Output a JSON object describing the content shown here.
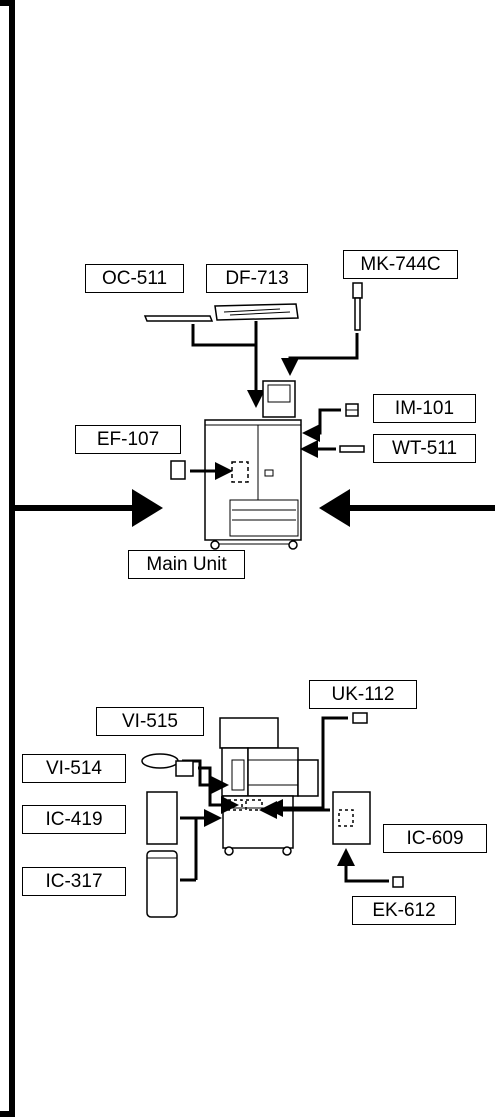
{
  "top_group": {
    "labels": {
      "oc511": "OC-511",
      "df713": "DF-713",
      "mk744c": "MK-744C",
      "im101": "IM-101",
      "ef107": "EF-107",
      "wt511": "WT-511",
      "main_unit": "Main Unit"
    }
  },
  "bottom_group": {
    "labels": {
      "uk112": "UK-112",
      "vi515": "VI-515",
      "vi514": "VI-514",
      "ic419": "IC-419",
      "ic609": "IC-609",
      "ic317": "IC-317",
      "ek612": "EK-612"
    }
  },
  "colors": {
    "line": "#000000",
    "background": "#ffffff"
  }
}
